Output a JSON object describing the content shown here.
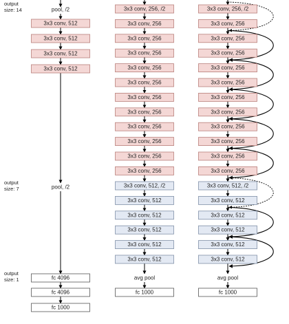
{
  "side_labels": [
    {
      "lines": [
        "output",
        "size: 14"
      ]
    },
    {
      "lines": [
        "output",
        "size: 7"
      ]
    },
    {
      "lines": [
        "output",
        "size: 1"
      ]
    }
  ],
  "colors": {
    "conv_pink": "#f4d7d5",
    "conv_pink_border": "#b87f7b",
    "conv_blue": "#e3e9f3",
    "conv_blue_border": "#7f8fa7",
    "fc_white": "#ffffff",
    "fc_border": "#555555",
    "line": "#000000"
  },
  "column1": {
    "top_label": "pool, /2",
    "convs": [
      "3x3 conv, 512",
      "3x3 conv, 512",
      "3x3 conv, 512",
      "3x3 conv, 512"
    ],
    "mid_label": "pool, /2",
    "fcs": [
      "fc 4096",
      "fc 4096",
      "fc 1000"
    ]
  },
  "column2": {
    "convs_256": [
      "3x3 conv, 256, /2",
      "3x3 conv, 256",
      "3x3 conv, 256",
      "3x3 conv, 256",
      "3x3 conv, 256",
      "3x3 conv, 256",
      "3x3 conv, 256",
      "3x3 conv, 256",
      "3x3 conv, 256",
      "3x3 conv, 256",
      "3x3 conv, 256",
      "3x3 conv, 256"
    ],
    "convs_512": [
      "3x3 conv, 512, /2",
      "3x3 conv, 512",
      "3x3 conv, 512",
      "3x3 conv, 512",
      "3x3 conv, 512",
      "3x3 conv, 512"
    ],
    "pool_label": "avg pool",
    "fc": "fc 1000"
  },
  "column3": {
    "convs_256": [
      "3x3 conv, 256, /2",
      "3x3 conv, 256",
      "3x3 conv, 256",
      "3x3 conv, 256",
      "3x3 conv, 256",
      "3x3 conv, 256",
      "3x3 conv, 256",
      "3x3 conv, 256",
      "3x3 conv, 256",
      "3x3 conv, 256",
      "3x3 conv, 256",
      "3x3 conv, 256"
    ],
    "convs_512": [
      "3x3 conv, 512, /2",
      "3x3 conv, 512",
      "3x3 conv, 512",
      "3x3 conv, 512",
      "3x3 conv, 512",
      "3x3 conv, 512"
    ],
    "pool_label": "avg pool",
    "fc": "fc 1000"
  }
}
